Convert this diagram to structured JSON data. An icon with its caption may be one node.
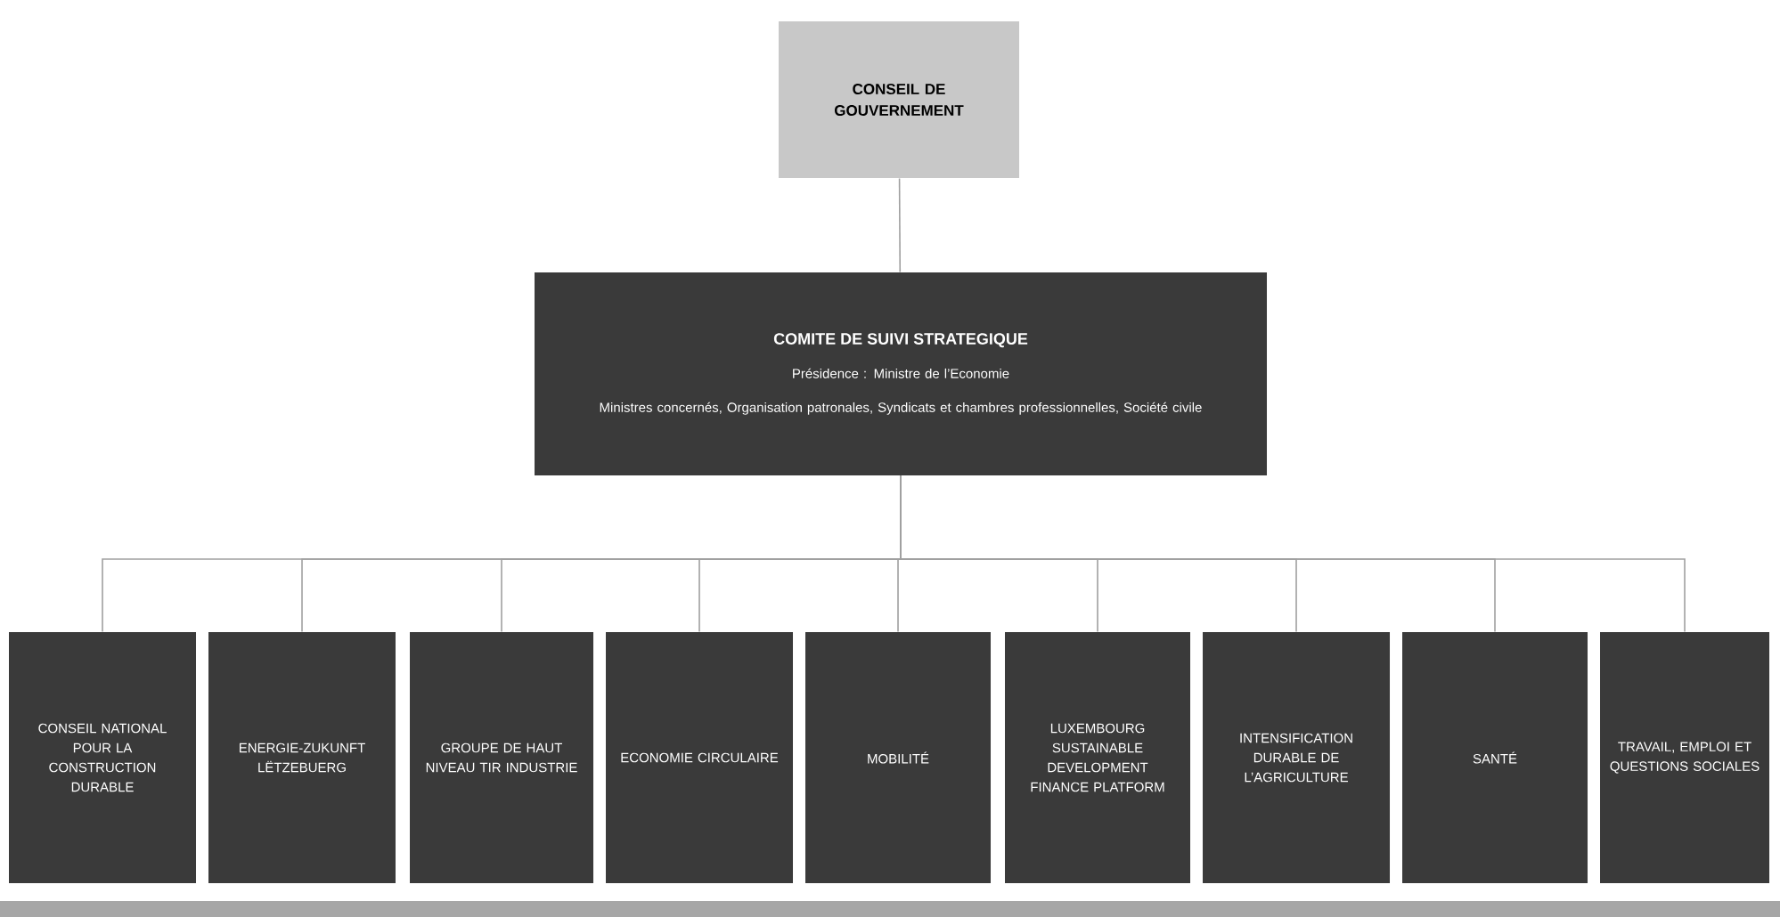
{
  "diagram": {
    "nodes": [
      {
        "text": [
          "CONSEIL DE GOUVERNEMENT"
        ]
      },
      {
        "text": [
          "COMITE DE SUIVI STRATEGIQUE",
          "Présidence : Ministre de l’Economie",
          "Ministres concernés, Organisation patronales, Syndicats et chambres professionnelles,  Société civile"
        ]
      },
      {
        "text": [
          "CONSEIL NATIONAL POUR LA CONSTRUCTION DURABLE"
        ]
      },
      {
        "text": [
          "ENERGIE-ZUKUNFT LËTZEBUERG"
        ]
      },
      {
        "text": [
          "GROUPE DE HAUT NIVEAU TIR INDUSTRIE"
        ]
      },
      {
        "text": [
          "ECONOMIE CIRCULAIRE"
        ]
      },
      {
        "text": [
          "MOBILITÉ"
        ]
      },
      {
        "text": [
          "LUXEMBOURG SUSTAINABLE DEVELOPMENT FINANCE PLATFORM"
        ]
      },
      {
        "text": [
          "INTENSIFICATION DURABLE DE L’AGRICULTURE"
        ]
      },
      {
        "text": [
          "SANTÉ"
        ]
      },
      {
        "text": [
          "TRAVAIL, EMPLOI ET QUESTIONS SOCIALES"
        ]
      }
    ],
    "edges": [
      {
        "from": 0,
        "to": 1,
        "arrow": "none"
      },
      {
        "from": 1,
        "to": 2,
        "arrow": "none"
      },
      {
        "from": 1,
        "to": 3,
        "arrow": "none"
      },
      {
        "from": 1,
        "to": 4,
        "arrow": "none"
      },
      {
        "from": 1,
        "to": 5,
        "arrow": "none"
      },
      {
        "from": 1,
        "to": 6,
        "arrow": "none"
      },
      {
        "from": 1,
        "to": 7,
        "arrow": "none"
      },
      {
        "from": 1,
        "to": 8,
        "arrow": "none"
      },
      {
        "from": 1,
        "to": 9,
        "arrow": "none"
      },
      {
        "from": 1,
        "to": 10,
        "arrow": "none"
      }
    ]
  }
}
